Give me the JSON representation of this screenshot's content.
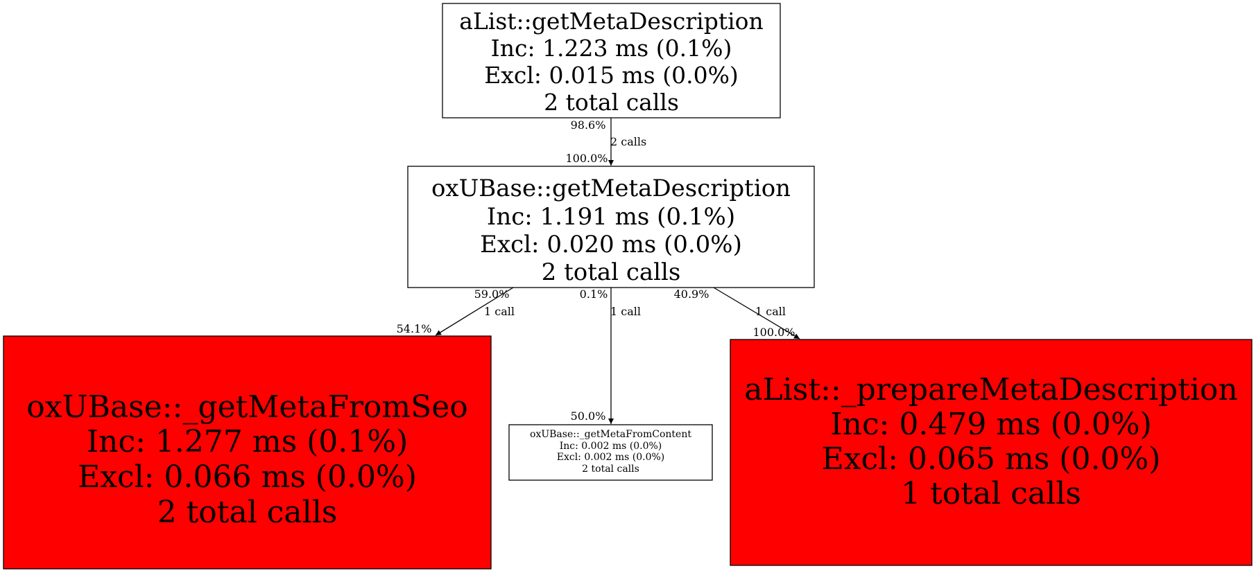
{
  "graph": {
    "colors": {
      "hot_fill": "#ff0000",
      "normal_fill": "#ffffff",
      "stroke": "#000000",
      "text": "#000000"
    },
    "nodes": [
      {
        "id": "alist_getmetadescription",
        "hot": false,
        "lines": [
          "aList::getMetaDescription",
          "Inc: 1.223 ms (0.1%)",
          "Excl: 0.015 ms (0.0%)",
          "2 total calls"
        ]
      },
      {
        "id": "oxubase_getmetadescription",
        "hot": false,
        "lines": [
          "oxUBase::getMetaDescription",
          "Inc: 1.191 ms (0.1%)",
          "Excl: 0.020 ms (0.0%)",
          "2 total calls"
        ]
      },
      {
        "id": "oxubase_getmetafromseo",
        "hot": true,
        "lines": [
          "oxUBase::_getMetaFromSeo",
          "Inc: 1.277 ms (0.1%)",
          "Excl: 0.066 ms (0.0%)",
          "2 total calls"
        ]
      },
      {
        "id": "oxubase_getmetafromcontent",
        "hot": false,
        "lines": [
          "oxUBase::_getMetaFromContent",
          "Inc: 0.002 ms (0.0%)",
          "Excl: 0.002 ms (0.0%)",
          "2 total calls"
        ]
      },
      {
        "id": "alist_preparemetadescription",
        "hot": true,
        "lines": [
          "aList::_prepareMetaDescription",
          "Inc: 0.479 ms (0.0%)",
          "Excl: 0.065 ms (0.0%)",
          "1 total calls"
        ]
      }
    ],
    "edges": [
      {
        "from": "alist_getmetadescription",
        "to": "oxubase_getmetadescription",
        "tail_label": "98.6%",
        "calls_label": "2 calls",
        "head_label": "100.0%"
      },
      {
        "from": "oxubase_getmetadescription",
        "to": "oxubase_getmetafromseo",
        "tail_label": "59.0%",
        "calls_label": "1 call",
        "head_label": "54.1%"
      },
      {
        "from": "oxubase_getmetadescription",
        "to": "oxubase_getmetafromcontent",
        "tail_label": "0.1%",
        "calls_label": "1 call",
        "head_label": "50.0%"
      },
      {
        "from": "oxubase_getmetadescription",
        "to": "alist_preparemetadescription",
        "tail_label": "40.9%",
        "calls_label": "1 call",
        "head_label": "100.0%"
      }
    ]
  }
}
